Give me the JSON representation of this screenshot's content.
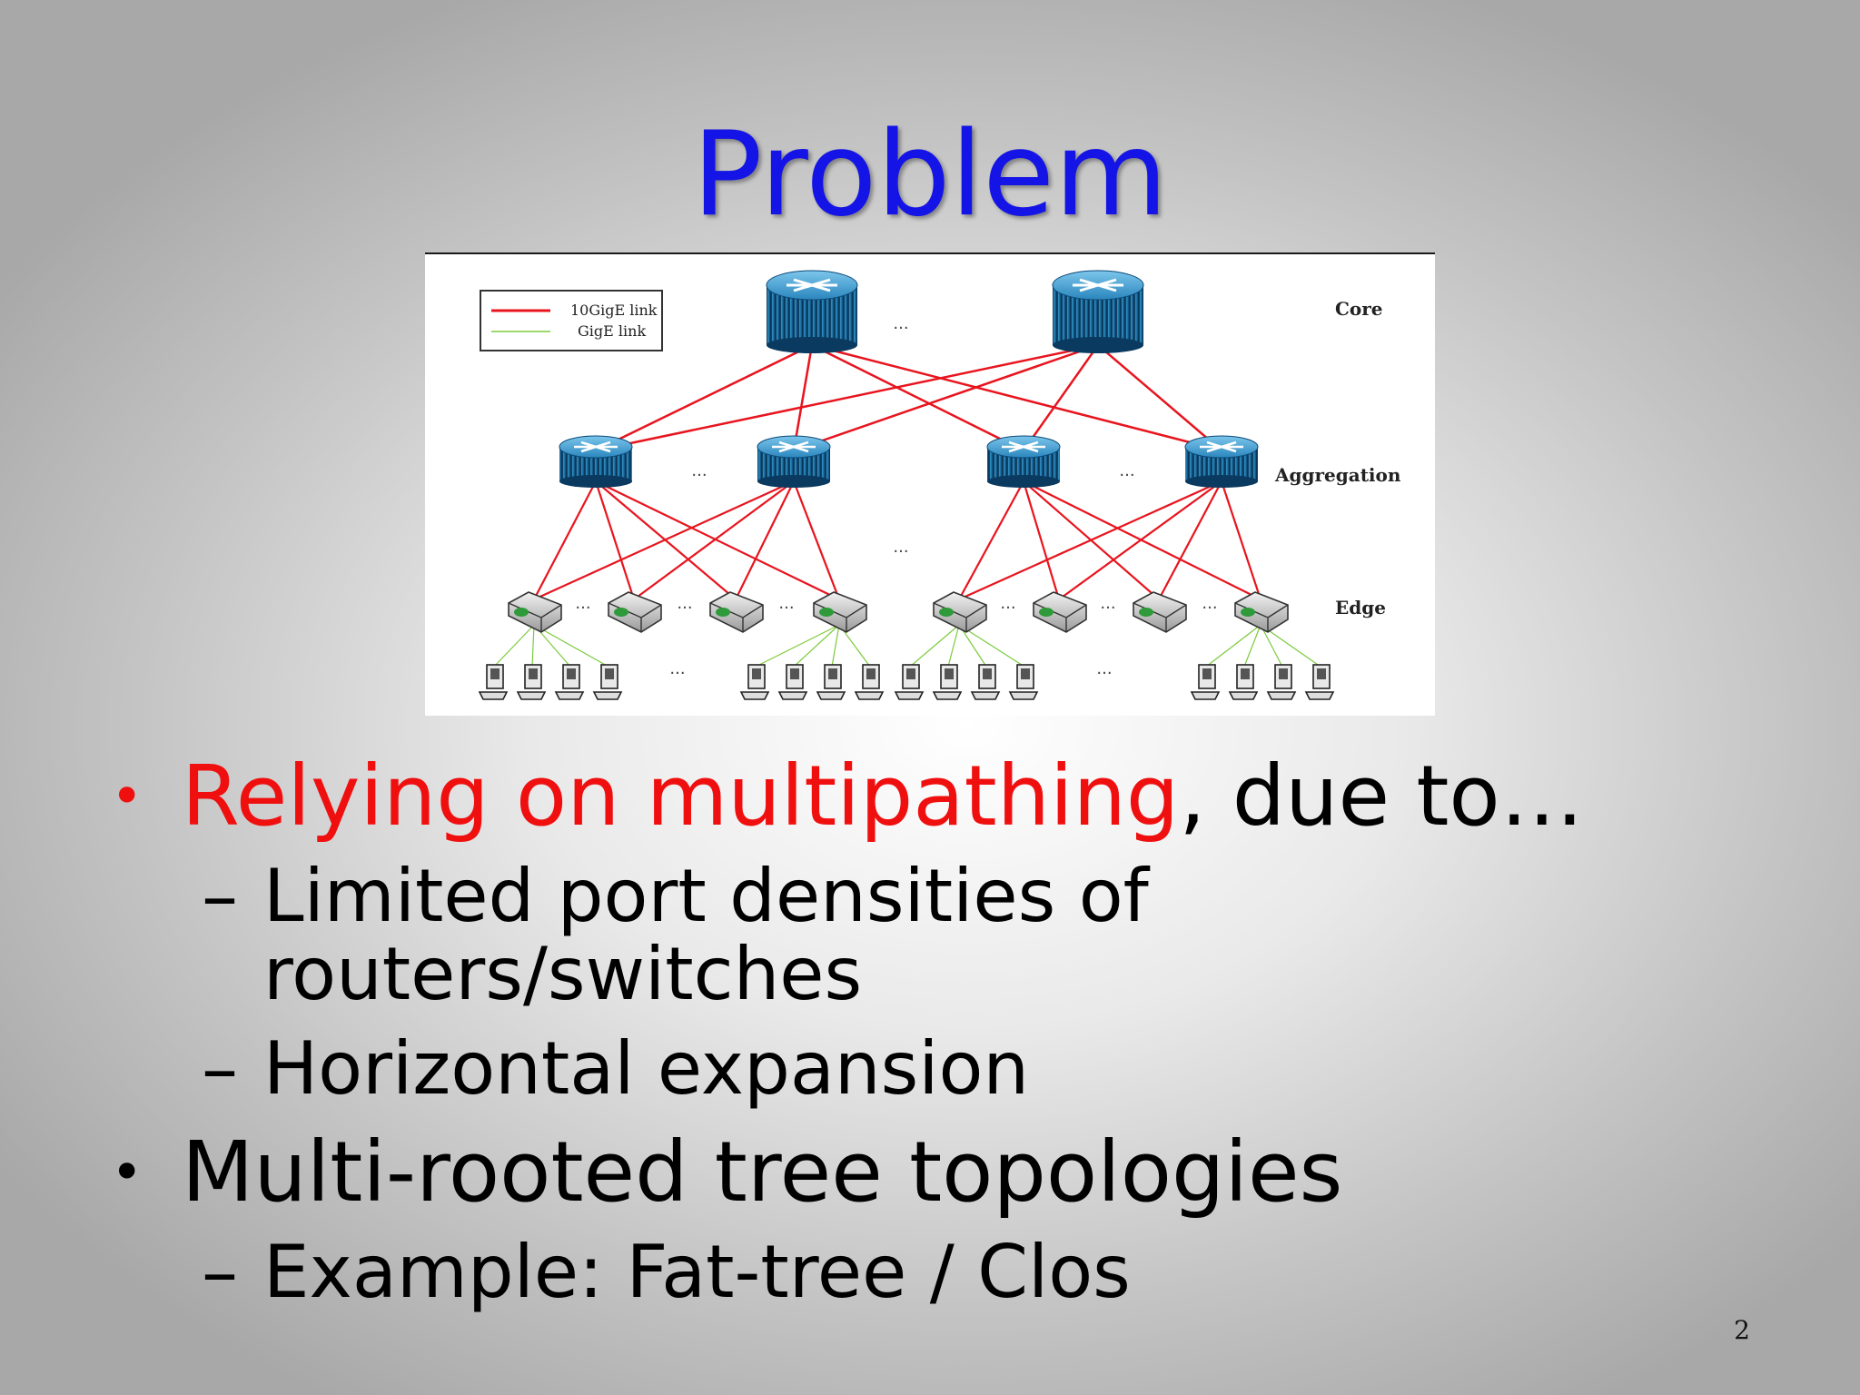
{
  "slide": {
    "title": "Problem",
    "page_number": "2",
    "accent_color": "#1414e6",
    "highlight_color": "#f00f0f"
  },
  "diagram": {
    "legend": {
      "items": [
        {
          "label": "10GigE link",
          "color": "#e8141e"
        },
        {
          "label": "GigE link",
          "color": "#7bcb3c"
        }
      ]
    },
    "layers": {
      "core": "Core",
      "aggregation": "Aggregation",
      "edge": "Edge"
    },
    "ellipsis": "...",
    "node_types": [
      "router-icon",
      "switch-icon",
      "server-icon"
    ]
  },
  "bullets": [
    {
      "highlight": "Relying on multipathing",
      "rest": ", due to…",
      "sub": [
        "Limited port densities of",
        "routers/switches",
        "Horizontal expansion"
      ]
    },
    {
      "text": "Multi-rooted tree topologies",
      "sub": [
        "Example: Fat-tree / Clos"
      ]
    }
  ]
}
